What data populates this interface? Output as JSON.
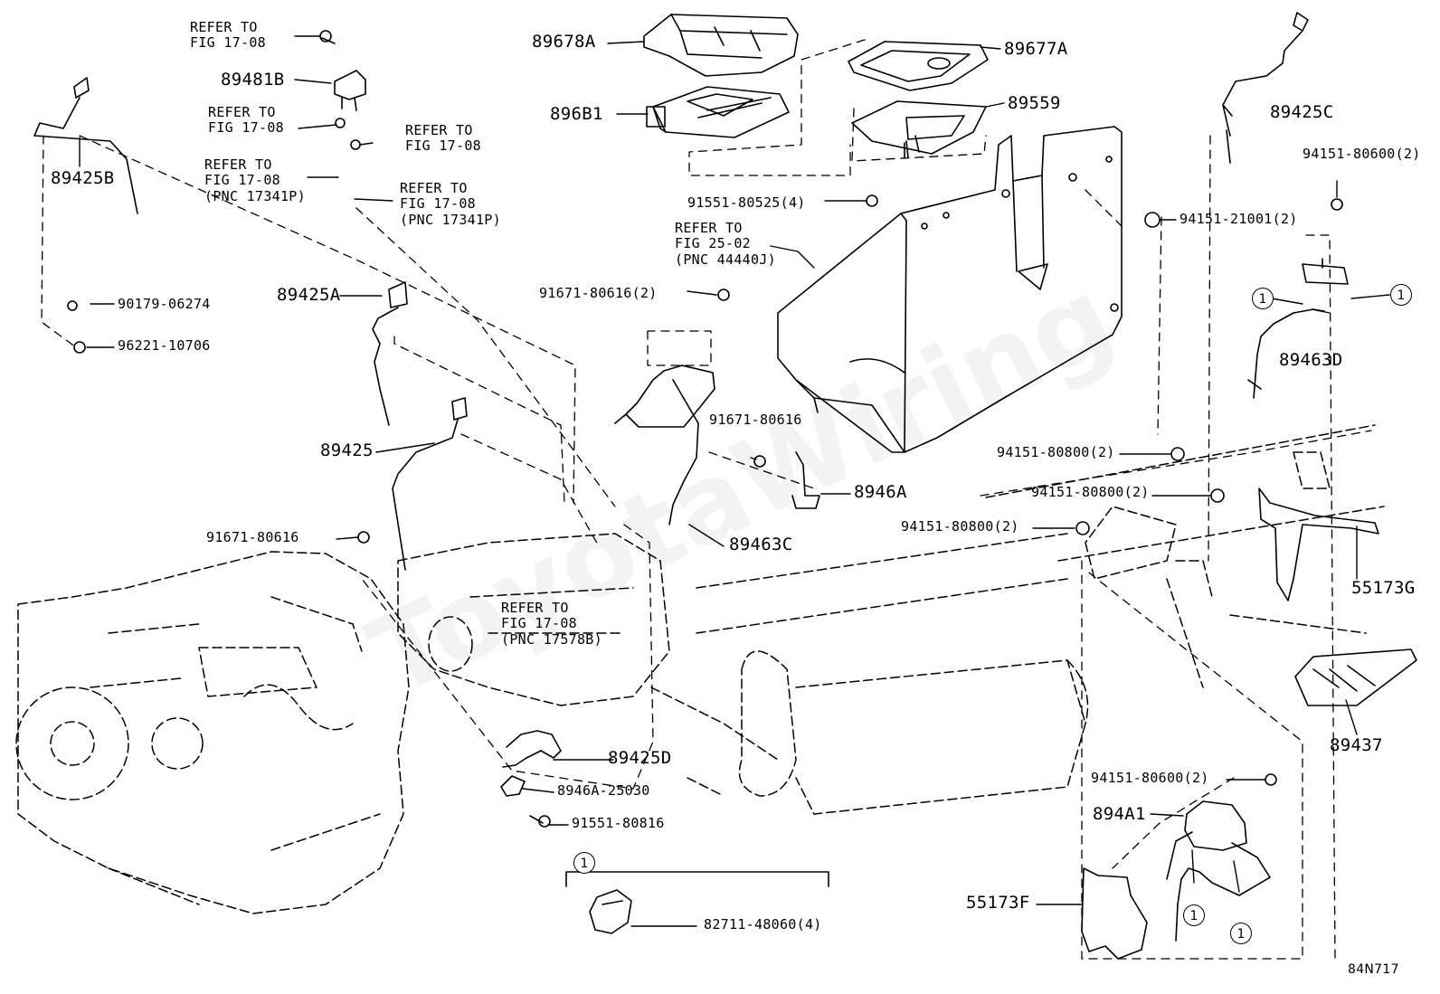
{
  "diagram_id": "84N717",
  "watermark": "ToyotaWiring",
  "circle_marker": "1",
  "part_labels": {
    "p89678A": "89678A",
    "p896B1": "896B1",
    "p89677A": "89677A",
    "p89559": "89559",
    "p89481B": "89481B",
    "p89425B": "89425B",
    "p89425C": "89425C",
    "p89425A": "89425A",
    "p89425": "89425",
    "p89425D": "89425D",
    "p89463D": "89463D",
    "p89463C": "89463C",
    "p8946A": "8946A",
    "p55173G": "55173G",
    "p89437": "89437",
    "p894A1": "894A1",
    "p55173F": "55173F"
  },
  "hardware_labels": {
    "h91551_80525": "91551-80525(4)",
    "h94151_80600_top": "94151-80600(2)",
    "h94151_21001": "94151-21001(2)",
    "h90179_06274": "90179-06274",
    "h96221_10706": "96221-10706",
    "h91671_80616_2": "91671-80616(2)",
    "h91671_80616_mid": "91671-80616",
    "h91671_80616_left": "91671-80616",
    "h94151_80800_a": "94151-80800(2)",
    "h94151_80800_b": "94151-80800(2)",
    "h94151_80800_c": "94151-80800(2)",
    "h8946A_25030": "8946A-25030",
    "h91551_80816": "91551-80816",
    "h94151_80600_bot": "94151-80600(2)",
    "h82711_48060": "82711-48060(4)"
  },
  "refer_notes": {
    "r1_l1": "REFER TO",
    "r1_l2": "FIG 17-08",
    "r2_l1": "REFER TO",
    "r2_l2": "FIG 17-08",
    "r3_l1": "REFER TO",
    "r3_l2": "FIG 17-08",
    "r4_l1": "REFER TO",
    "r4_l2": "FIG 17-08",
    "r4_l3": "(PNC 17341P)",
    "r5_l1": "REFER TO",
    "r5_l2": "FIG 17-08",
    "r5_l3": "(PNC 17341P)",
    "r6_l1": "REFER TO",
    "r6_l2": "FIG 25-02",
    "r6_l3": "(PNC 44440J)",
    "r7_l1": "REFER TO",
    "r7_l2": "FIG 17-08",
    "r7_l3": "(PNC 17578B)"
  }
}
